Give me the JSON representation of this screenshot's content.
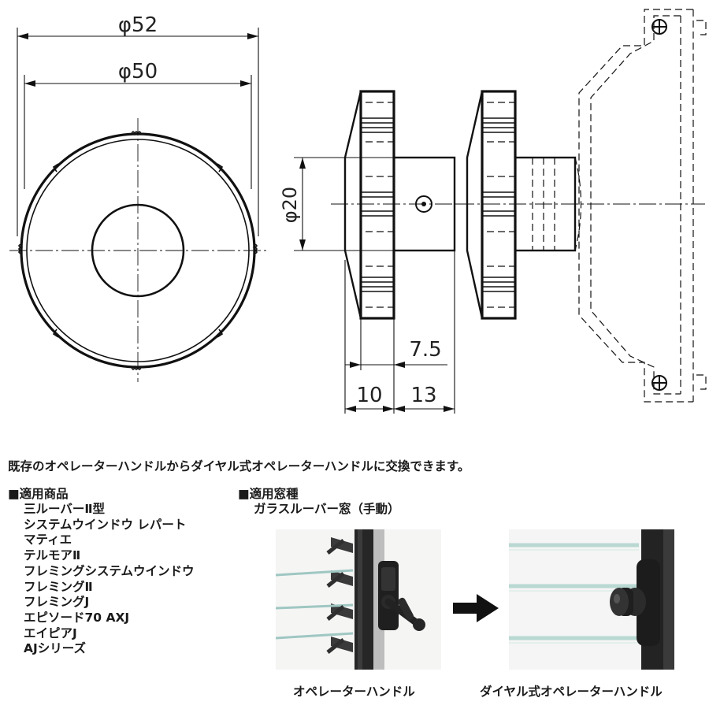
{
  "drawing": {
    "front_view": {
      "outer_diameter_label": "φ52",
      "inner_diameter_label": "φ50"
    },
    "side_view": {
      "shaft_diameter_label": "φ20",
      "offset_label": "7.5",
      "knob_width_label": "10",
      "shaft_length_label": "13"
    }
  },
  "description": "既存のオペレーターハンドルからダイヤル式オペレーターハンドルに交換できます。",
  "applicable_products": {
    "heading": "■適用商品",
    "items": [
      "三ルーバーⅡ型",
      "システムウインドウ レパート",
      "マティエ",
      "テルモアⅡ",
      "フレミングシステムウインドウ",
      "フレミングⅡ",
      "フレミングJ",
      "エピソード70 AXJ",
      "エイピアJ",
      "AJシリーズ"
    ]
  },
  "window_type": {
    "heading": "■適用窓種",
    "value": "ガラスルーバー窓（手動）"
  },
  "photos": {
    "before_caption": "オペレーターハンドル",
    "after_caption": "ダイヤル式オペレーターハンドル"
  },
  "colors": {
    "line": "#111111",
    "frame_dark": "#2a2a2a",
    "glass": "#cfe3df"
  }
}
